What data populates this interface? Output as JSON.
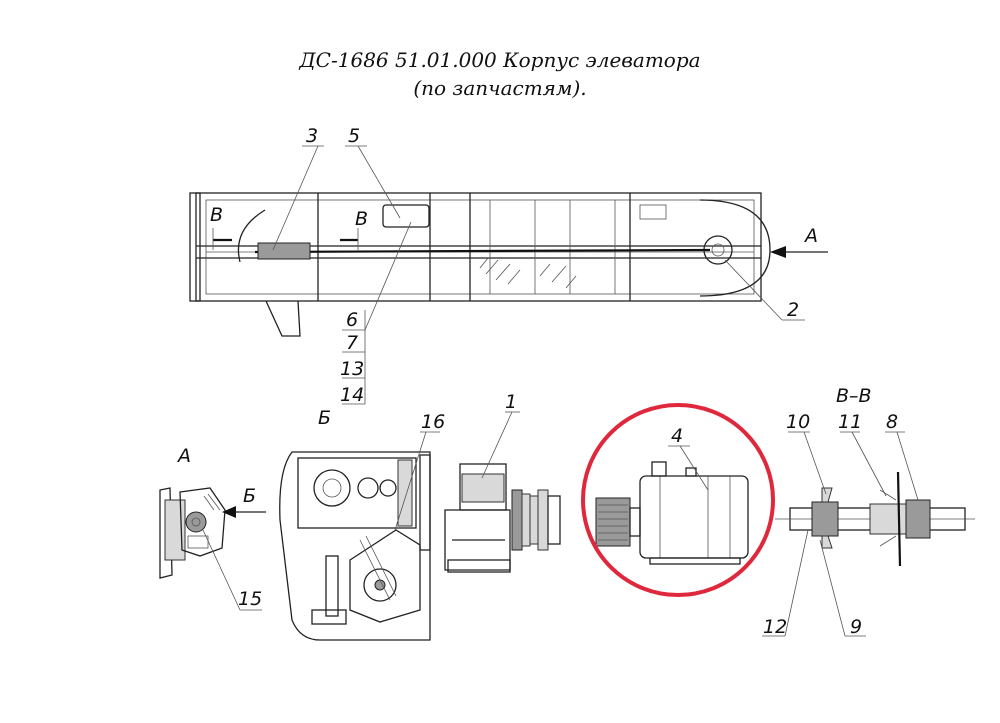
{
  "title": {
    "line1": "ДС-1686 51.01.000 Корпус элеватора",
    "line2": "(по запчастям)."
  },
  "callouts": {
    "n1": "1",
    "n2": "2",
    "n3": "3",
    "n4": "4",
    "n5": "5",
    "n6": "6",
    "n7": "7",
    "n8": "8",
    "n9": "9",
    "n10": "10",
    "n11": "11",
    "n12": "12",
    "n13": "13",
    "n14": "14",
    "n15": "15",
    "n16": "16"
  },
  "views": {
    "section_left": "В",
    "section_right": "В",
    "arrow_a": "А",
    "view_a": "А",
    "arrow_b": "Б",
    "view_b": "Б",
    "section_bb": "В–В"
  },
  "highlight_color": "#e0283c"
}
